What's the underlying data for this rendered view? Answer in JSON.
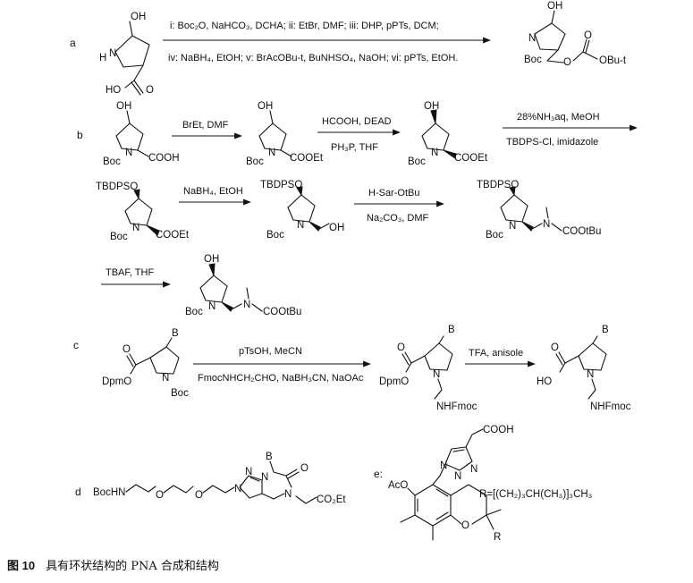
{
  "figure": {
    "number": "图 10",
    "title": "具有环状结构的 PNA 合成和结构"
  },
  "panels": {
    "a": {
      "label": "a",
      "reagents_top": "i: Boc₂O, NaHCO₃, DCHA; ii: EtBr, DMF; iii: DHP, pPTs, DCM;",
      "reagents_bottom": "iv: NaBH₄, EtOH; v: BrAcOBu-t, BuNHSO₄, NaOH; vi: pPTs, EtOH.",
      "start": {
        "oh": "OH",
        "nh": "H",
        "n": "N",
        "acid_o": "O",
        "acid_ho": "HO"
      },
      "product": {
        "oh": "OH",
        "boc": "Boc",
        "n": "N",
        "o_ether": "O",
        "o_carbonyl": "O",
        "ester": "OBu-t"
      }
    },
    "b": {
      "label": "b",
      "r1": {
        "oh": "OH",
        "boc": "Boc",
        "n": "N",
        "acid": "COOH"
      },
      "step1": "BrEt, DMF",
      "r2": {
        "oh": "OH",
        "boc": "Boc",
        "n": "N",
        "ester": "COOEt"
      },
      "step2_top": "HCOOH, DEAD",
      "step2_bottom": "PH₃P, THF",
      "r3": {
        "oh": "OH",
        "boc": "Boc",
        "n": "N",
        "ester": "COOEt"
      },
      "step3_top": "28%NH₃aq, MeOH",
      "step3_bottom": "TBDPS-Cl, imidazole",
      "r4": {
        "pg": "TBDPSO",
        "boc": "Boc",
        "n": "N",
        "ester": "COOEt"
      },
      "step4": "NaBH₄, EtOH",
      "r5": {
        "pg": "TBDPSO",
        "boc": "Boc",
        "n": "N",
        "oh": "OH"
      },
      "step5_top": "H-Sar-OtBu",
      "step5_bottom": "Na₂CO₃, DMF",
      "r6": {
        "pg": "TBDPSO",
        "boc": "Boc",
        "n": "N",
        "n2": "N",
        "ester": "COOtBu"
      },
      "step6": "TBAF, THF",
      "r7": {
        "oh": "OH",
        "boc": "Boc",
        "n": "N",
        "n2": "N",
        "ester": "COOtBu"
      }
    },
    "c": {
      "label": "c",
      "r1": {
        "base": "B",
        "ester_o": "O",
        "dpm": "DpmO",
        "n": "N",
        "boc": "Boc"
      },
      "step1_top": "pTsOH, MeCN",
      "step1_bottom": "FmocNHCH₂CHO, NaBH₃CN, NaOAc",
      "r2": {
        "base": "B",
        "ester_o": "O",
        "dpm": "DpmO",
        "n": "N",
        "nh": "NHFmoc"
      },
      "step2": "TFA, anisole",
      "r3": {
        "base": "B",
        "acid_o": "O",
        "ho": "HO",
        "n": "N",
        "nh": "NHFmoc"
      }
    },
    "d": {
      "label": "d",
      "bochn": "BocHN",
      "o1": "O",
      "o2": "O",
      "tz_n1": "N",
      "tz_n2": "N",
      "tz_n3": "N",
      "base": "B",
      "amide_o": "O",
      "amide_n": "N",
      "ester": "CO₂Et"
    },
    "e": {
      "label": "e:",
      "acid": "COOH",
      "tz_n1": "N",
      "tz_n2": "N",
      "tz_n3": "N",
      "aco": "AcO",
      "ring_o": "O",
      "r": "R",
      "r_def": "R=[(CH₂)₃CH(CH₃)]₃CH₃"
    }
  }
}
